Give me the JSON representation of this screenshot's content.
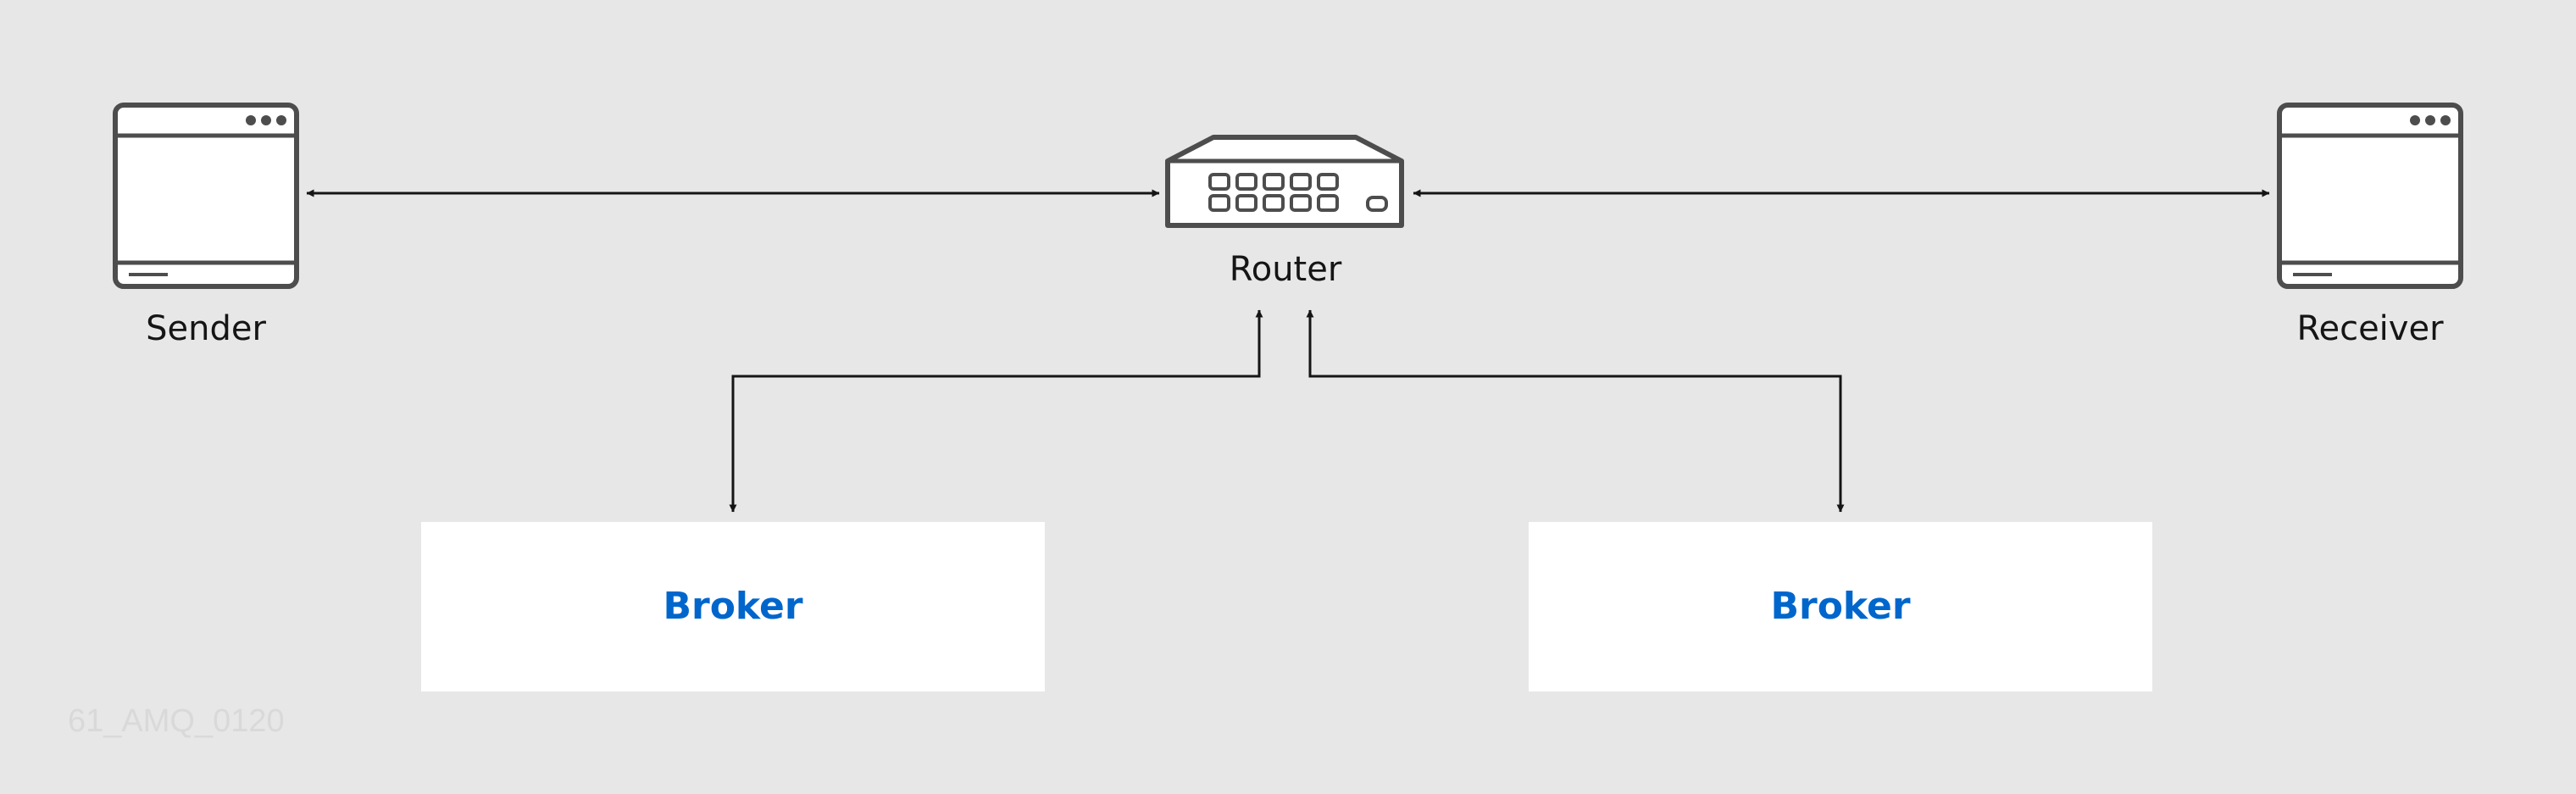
{
  "diagram": {
    "nodes": {
      "sender": {
        "label": "Sender",
        "icon": "browser-window-icon"
      },
      "router": {
        "label": "Router",
        "icon": "network-switch-icon"
      },
      "receiver": {
        "label": "Receiver",
        "icon": "browser-window-icon"
      },
      "brokers": [
        {
          "label": "Broker"
        },
        {
          "label": "Broker"
        }
      ]
    },
    "edges": [
      {
        "from": "sender",
        "to": "router",
        "direction": "bidirectional"
      },
      {
        "from": "router",
        "to": "receiver",
        "direction": "bidirectional"
      },
      {
        "from": "router",
        "to": "broker-1",
        "direction": "bidirectional"
      },
      {
        "from": "router",
        "to": "broker-2",
        "direction": "bidirectional"
      }
    ],
    "figure_id": "61_AMQ_0120"
  },
  "colors": {
    "background": "#e7e7e7",
    "stroke": "#151515",
    "icon_stroke": "#4d4d4d",
    "broker_fill": "#ffffff",
    "broker_text": "#0066cc",
    "watermark": "#d9d9d9"
  }
}
